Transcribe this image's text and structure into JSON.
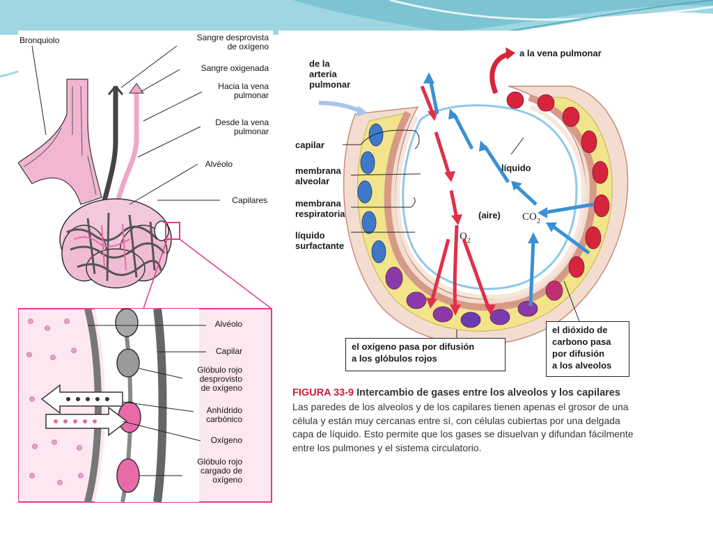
{
  "left_diagram": {
    "labels": {
      "bronquiolo": "Bronquiolo",
      "sangre_desprovista": "Sangre desprovista\nde oxígeno",
      "sangre_oxigenada": "Sangre oxigenada",
      "hacia_vena": "Hacia la vena\npulmonar",
      "desde_vena": "Desde la vena\npulmonar",
      "alveolo_top": "Alvéolo",
      "capilares": "Capilares"
    },
    "inset_labels": {
      "alveolo": "Alvéolo",
      "capilar": "Capilar",
      "globulo_desprovisto": "Glóbulo rojo\ndesprovisto\nde oxígeno",
      "anhidrido": "Anhídrido\ncarbónico",
      "oxigeno": "Oxígeno",
      "globulo_cargado": "Glóbulo rojo\ncargado de\noxígeno"
    }
  },
  "right_diagram": {
    "labels": {
      "arteria": "de la\narteria\npulmonar",
      "vena": "a la vena pulmonar",
      "capilar": "capilar",
      "membrana_alveolar": "membrana\nalveolar",
      "membrana_respiratoria": "membrana\nrespiratoria",
      "liquido_surfactante": "líquido\nsurfactante",
      "liquido": "líquido",
      "aire": "(aire)",
      "co2": "CO",
      "co2_sub": "2",
      "o2": "O",
      "o2_sub": "2"
    },
    "boxes": {
      "oxigeno": "el oxígeno pasa por difusión\na los glóbulos rojos",
      "dioxido": "el dióxido de\ncarbono pasa\npor difusión\na los alveolos"
    }
  },
  "caption": {
    "figure_number": "FIGURA 33-9",
    "title": "Intercambio de gases entre los alveolos y los capilares",
    "body": "Las paredes de los alveolos y de los capilares tienen apenas el grosor de una célula y están muy cercanas entre sí, con células cubiertas por una delgada capa de líquido. Esto permite que los gases se disuelvan y difundan fácilmente entre los pulmones y el sistema circulatorio."
  },
  "colors": {
    "pink": "#e86aa6",
    "blood_red": "#d6243c",
    "oxygen_arrow": "#e0304a",
    "co2_arrow": "#3b8fd4",
    "tissue": "#f3ddd0",
    "fluid": "#f2e48a",
    "deoxy_cell": "#3f78c9",
    "purple_cell": "#8a3aa8",
    "caption_red": "#c8203b",
    "slide_teal": "#7cc3d3"
  }
}
